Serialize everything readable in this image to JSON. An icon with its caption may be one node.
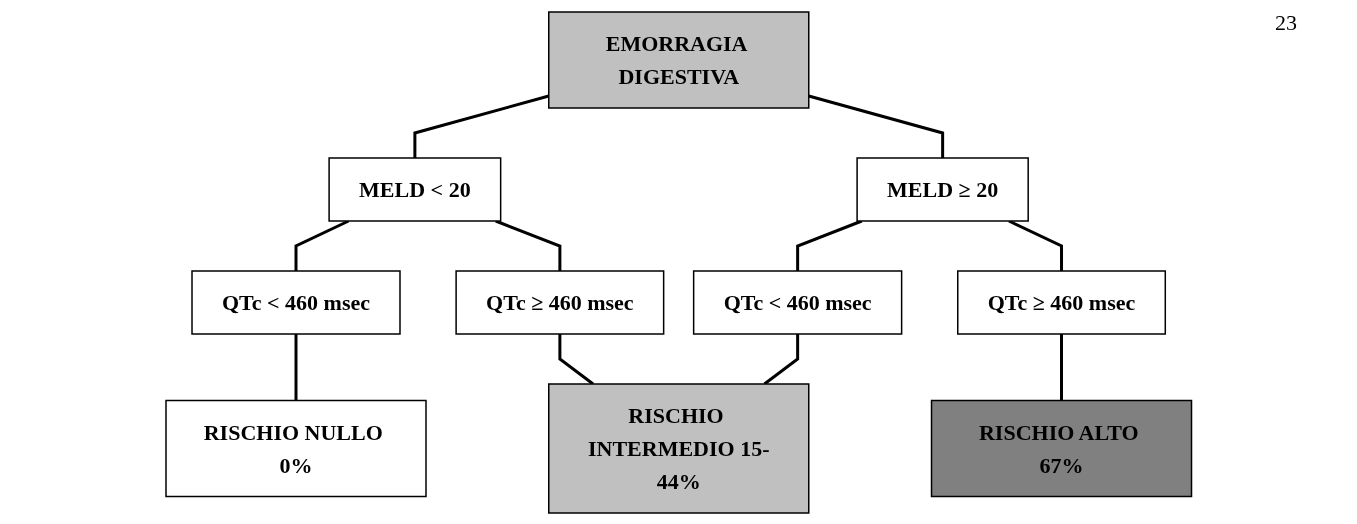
{
  "diagram": {
    "nodes": [
      {
        "text": [
          "EMORRAGIA DIGESTIVA"
        ]
      },
      {
        "text": [
          "MELD < 20"
        ]
      },
      {
        "text": [
          "MELD ≥ 20"
        ]
      },
      {
        "text": [
          "QTc < 460 msec"
        ]
      },
      {
        "text": [
          "QTc ≥ 460 msec"
        ]
      },
      {
        "text": [
          "QTc < 460 msec"
        ]
      },
      {
        "text": [
          "QTc ≥ 460 msec"
        ]
      },
      {
        "text": [
          "RISCHIO NULLO 0%"
        ]
      },
      {
        "text": [
          "RISCHIO INTERMEDIO 15-44%"
        ]
      },
      {
        "text": [
          "RISCHIO ALTO 67%"
        ]
      }
    ],
    "edges": [
      {
        "from": 0,
        "to": 1,
        "arrow": "none"
      },
      {
        "from": 0,
        "to": 2,
        "arrow": "none"
      },
      {
        "from": 1,
        "to": 3,
        "arrow": "none"
      },
      {
        "from": 1,
        "to": 4,
        "arrow": "none"
      },
      {
        "from": 2,
        "to": 5,
        "arrow": "none"
      },
      {
        "from": 2,
        "to": 6,
        "arrow": "none"
      },
      {
        "from": 3,
        "to": 7,
        "arrow": "none"
      },
      {
        "from": 4,
        "to": 8,
        "arrow": "none"
      },
      {
        "from": 5,
        "to": 8,
        "arrow": "none"
      },
      {
        "from": 6,
        "to": 9,
        "arrow": "none"
      }
    ],
    "labels": [
      "23"
    ]
  }
}
